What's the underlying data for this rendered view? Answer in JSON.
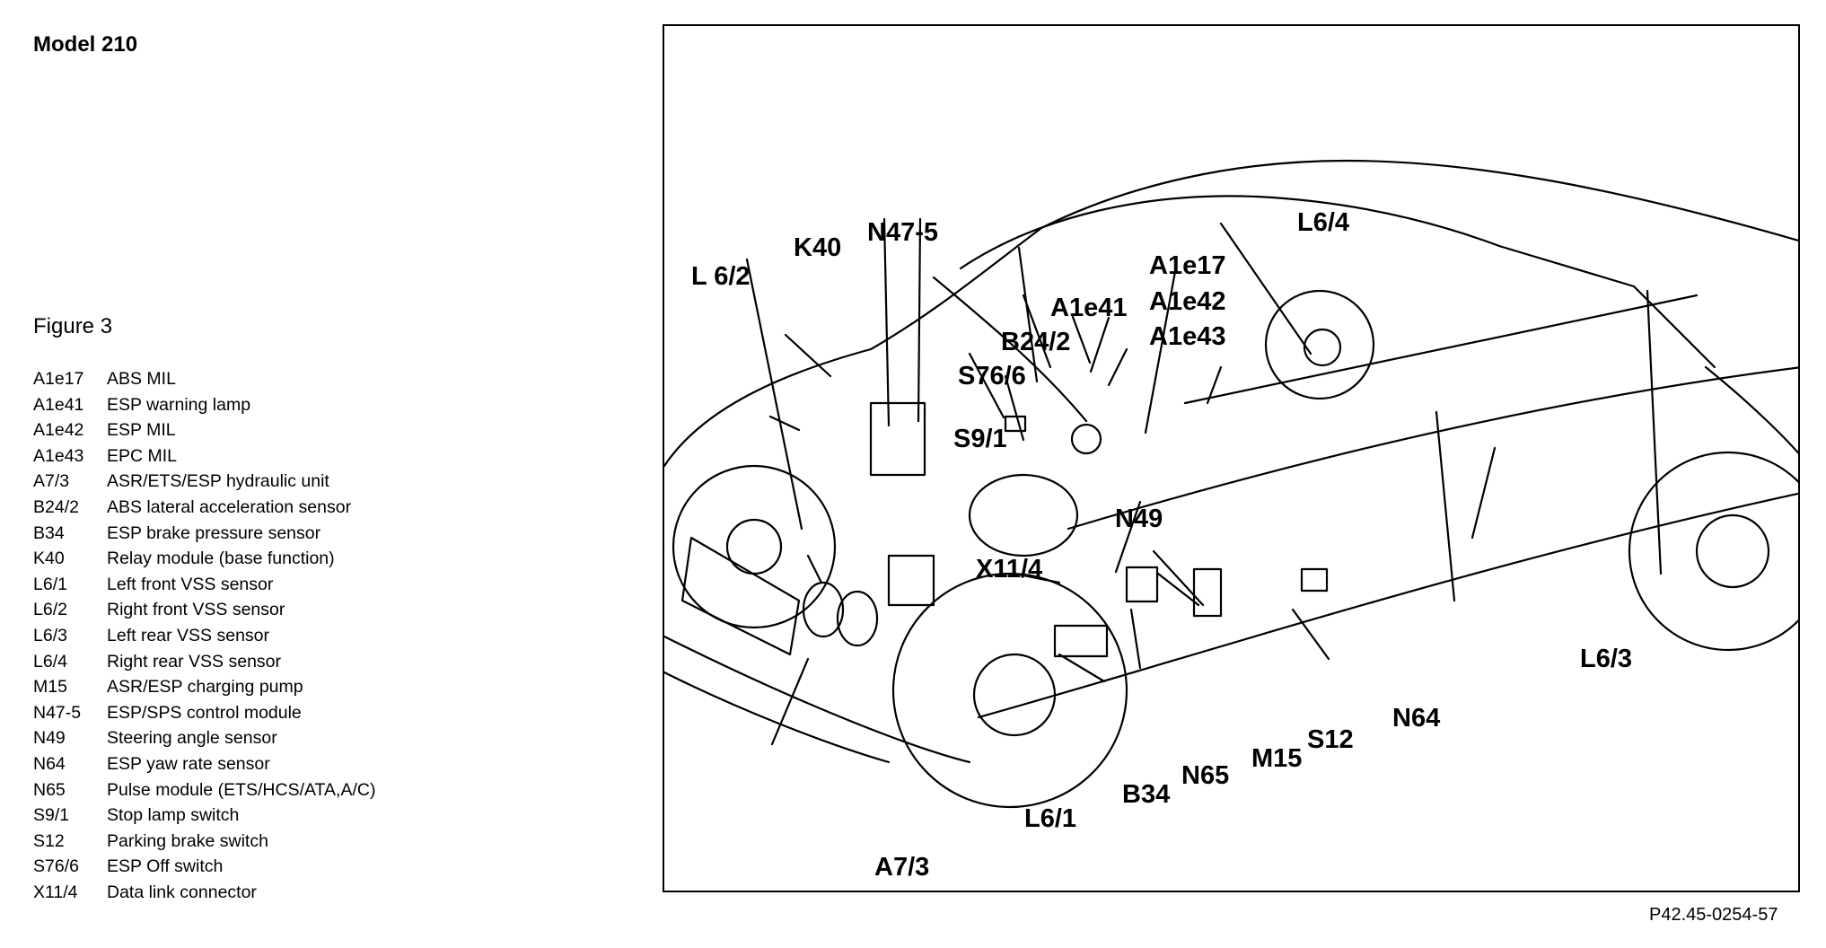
{
  "header": {
    "title": "Model 210",
    "figure": "Figure 3"
  },
  "legend": [
    {
      "code": "A1e17",
      "desc": "ABS MIL"
    },
    {
      "code": "A1e41",
      "desc": "ESP warning lamp"
    },
    {
      "code": "A1e42",
      "desc": "ESP MIL"
    },
    {
      "code": "A1e43",
      "desc": "EPC MIL"
    },
    {
      "code": "A7/3",
      "desc": "ASR/ETS/ESP hydraulic unit"
    },
    {
      "code": "B24/2",
      "desc": "ABS lateral acceleration sensor"
    },
    {
      "code": "B34",
      "desc": "ESP brake pressure sensor"
    },
    {
      "code": "K40",
      "desc": "Relay module (base function)"
    },
    {
      "code": "L6/1",
      "desc": "Left front VSS sensor"
    },
    {
      "code": "L6/2",
      "desc": "Right front VSS sensor"
    },
    {
      "code": "L6/3",
      "desc": "Left rear VSS sensor"
    },
    {
      "code": "L6/4",
      "desc": "Right rear VSS sensor"
    },
    {
      "code": "M15",
      "desc": "ASR/ESP charging pump"
    },
    {
      "code": "N47-5",
      "desc": "ESP/SPS control module"
    },
    {
      "code": "N49",
      "desc": "Steering angle sensor"
    },
    {
      "code": "N64",
      "desc": "ESP yaw rate sensor"
    },
    {
      "code": "N65",
      "desc": "Pulse module (ETS/HCS/ATA,A/C)"
    },
    {
      "code": "S9/1",
      "desc": "Stop lamp switch"
    },
    {
      "code": "S12",
      "desc": "Parking brake switch"
    },
    {
      "code": "S76/6",
      "desc": "ESP Off switch"
    },
    {
      "code": "X11/4",
      "desc": "Data link connector"
    }
  ],
  "callouts": {
    "L62": "L 6/2",
    "K40": "K40",
    "N475": "N47-5",
    "A1e17": "A1e17",
    "A1e42": "A1e42",
    "A1e43": "A1e43",
    "A1e41": "A1e41",
    "B242": "B24/2",
    "S766": "S76/6",
    "S91": "S9/1",
    "L64": "L6/4",
    "N49": "N49",
    "X114": "X11/4",
    "L63": "L6/3",
    "N64": "N64",
    "S12": "S12",
    "M15": "M15",
    "N65": "N65",
    "B34": "B34",
    "L61": "L6/1",
    "A73": "A7/3"
  },
  "reference": "P42.45-0254-57"
}
